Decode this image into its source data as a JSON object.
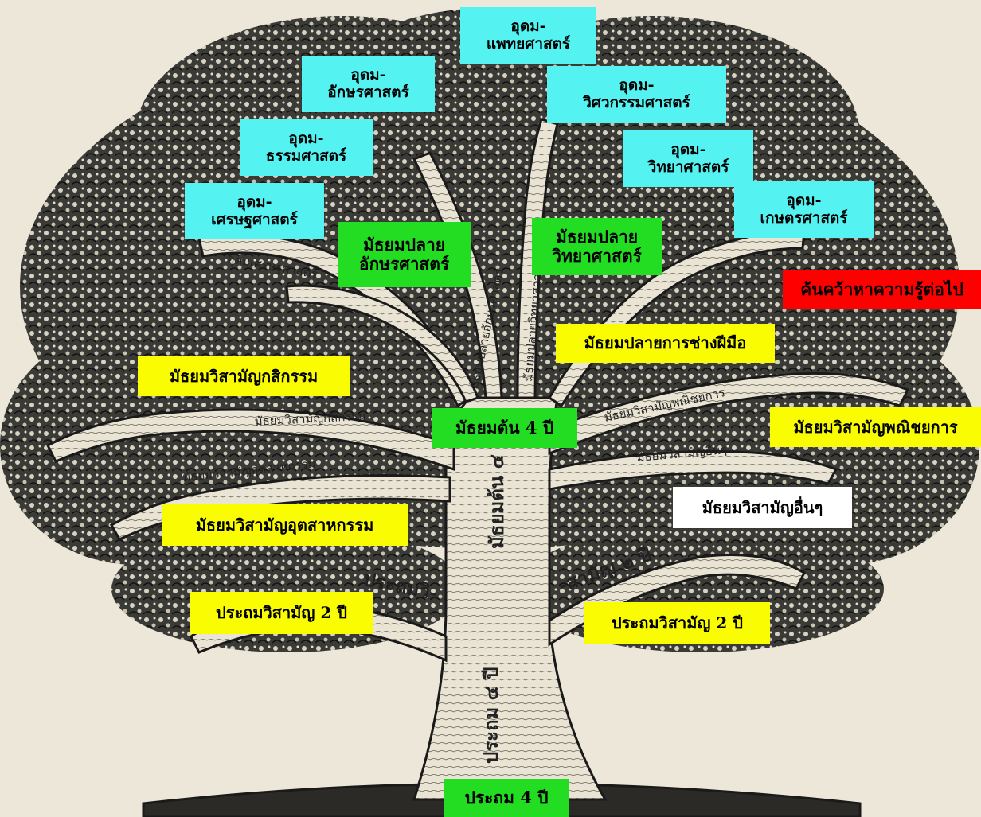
{
  "colors": {
    "higher_ed": "#55f2f2",
    "upper_secondary": "#22dd22",
    "vocational": "#fafc02",
    "other": "#ffffff",
    "research": "#ff0000",
    "paper": "#ece7d8",
    "ink": "#1a1a1a"
  },
  "tree": {
    "trunk_labels": {
      "primary_trunk": "ประถม ๔ ปี",
      "middle_trunk": "มัธยมต้น ๔ ปี",
      "left_branch": "ประถมวิ-",
      "right_branch": "-สามัญ ๒ ปี"
    },
    "branch_labels": {
      "b1": "มัธยมวิสามัญกสิกรรม",
      "b2": "มัธยมวิสามัญอุตสาหกรรม",
      "b3": "มัธยมวิสามัญพณิชยการ",
      "b4": "มัธยมวิสามัญอื่นๆ",
      "b5": "มัธยมปลายอักษรศาสตร์",
      "b6": "มัธยมปลายวิทยาศาสตร์",
      "b7": "อุดมเศรษฐศาสตร์"
    }
  },
  "labels": {
    "medicine": {
      "line1": "อุดม-",
      "line2": "แพทยศาสตร์"
    },
    "arts": {
      "line1": "อุดม-",
      "line2": "อักษรศาสตร์"
    },
    "engineering": {
      "line1": "อุดม-",
      "line2": "วิศวกรรมศาสตร์"
    },
    "law": {
      "line1": "อุดม-",
      "line2": "ธรรมศาสตร์"
    },
    "science": {
      "line1": "อุดม-",
      "line2": "วิทยาศาสตร์"
    },
    "economics": {
      "line1": "อุดม-",
      "line2": "เศรษฐศาสตร์"
    },
    "agriculture": {
      "line1": "อุดม-",
      "line2": "เกษตรศาสตร์"
    },
    "upper_arts": {
      "line1": "มัธยมปลาย",
      "line2": "อักษรศาสตร์"
    },
    "upper_science": {
      "line1": "มัธยมปลาย",
      "line2": "วิทยาศาสตร์"
    },
    "research": "ค้นคว้าหาความรู้ต่อไป",
    "craft": "มัธยมปลายการช่างฝีมือ",
    "voc_agriculture": "มัธยมวิสามัญกสิกรรม",
    "lower_secondary": "มัธยมต้น 4 ปี",
    "voc_commerce": "มัธยมวิสามัญพณิชยการ",
    "voc_industry": "มัธยมวิสามัญอุตสาหกรรม",
    "voc_other": "มัธยมวิสามัญอื่นๆ",
    "primary_voc_left": "ประถมวิสามัญ 2 ปี",
    "primary_voc_right": "ประถมวิสามัญ 2 ปี",
    "primary": "ประถม 4 ปี"
  }
}
